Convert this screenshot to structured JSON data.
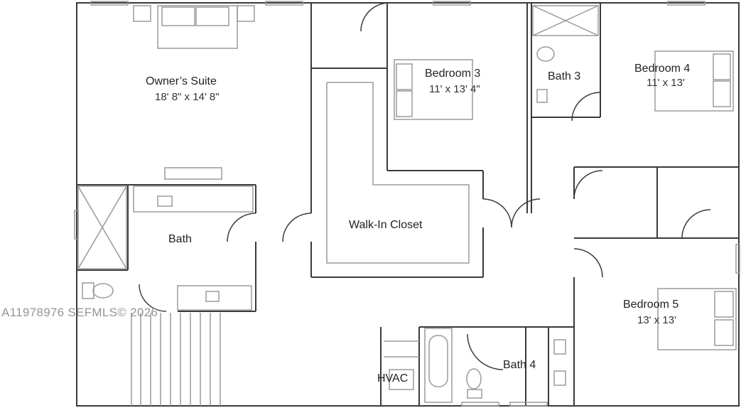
{
  "floorplan": {
    "rooms": [
      {
        "id": "owners-suite",
        "name": "Owner’s Suite",
        "dimensions": "18' 8\" x 14' 8\""
      },
      {
        "id": "bedroom-3",
        "name": "Bedroom 3",
        "dimensions": "11' x 13' 4\""
      },
      {
        "id": "bath-3",
        "name": "Bath 3"
      },
      {
        "id": "bedroom-4",
        "name": "Bedroom 4",
        "dimensions": "11' x 13'"
      },
      {
        "id": "bath",
        "name": "Bath"
      },
      {
        "id": "walk-in-closet",
        "name": "Walk-In Closet"
      },
      {
        "id": "bedroom-5",
        "name": "Bedroom 5",
        "dimensions": "13' x 13'"
      },
      {
        "id": "hvac",
        "name": "HVAC"
      },
      {
        "id": "bath-4",
        "name": "Bath 4"
      }
    ],
    "watermark": "A11978976  SEFMLS© 2026",
    "colors": {
      "wall": "#3a3a3a",
      "fixture": "#9a9a9a",
      "background": "#ffffff",
      "label": "#222222",
      "watermark": "#8a8a8a"
    }
  }
}
